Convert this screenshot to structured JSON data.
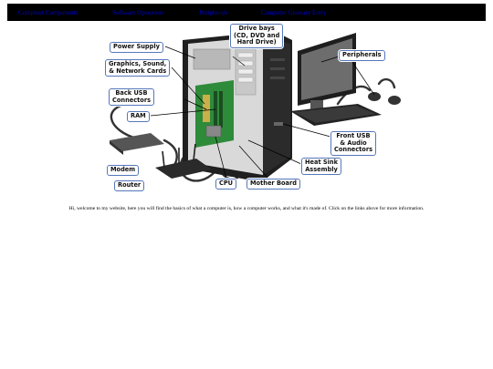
{
  "nav": {
    "links": [
      "Computer Components",
      "Software Operation",
      "Peripherals",
      "Computer Glossary Entry"
    ]
  },
  "diagram": {
    "labels": {
      "drive_bays": "Drive bays\n(CD, DVD and\nHard Drive)",
      "power_supply": "Power Supply",
      "graphics": "Graphics, Sound,\n& Network Cards",
      "peripherals": "Peripherals",
      "back_usb": "Back USB\nConnectors",
      "ram": "RAM",
      "front_usb": "Front USB\n& Audio\nConnectors",
      "heat_sink": "Heat Sink\nAssembly",
      "modem": "Modem",
      "router": "Router",
      "cpu": "CPU",
      "motherboard": "Mother Board"
    },
    "colors": {
      "label_border": "#5577bb",
      "case": "#2a2a2a",
      "board": "#2e8b3a"
    }
  },
  "intro_text": "Hi, welcome to my website, here you will find the basics of what a computer is, how a computer works, and what it's made of. Click on the links above for more information."
}
